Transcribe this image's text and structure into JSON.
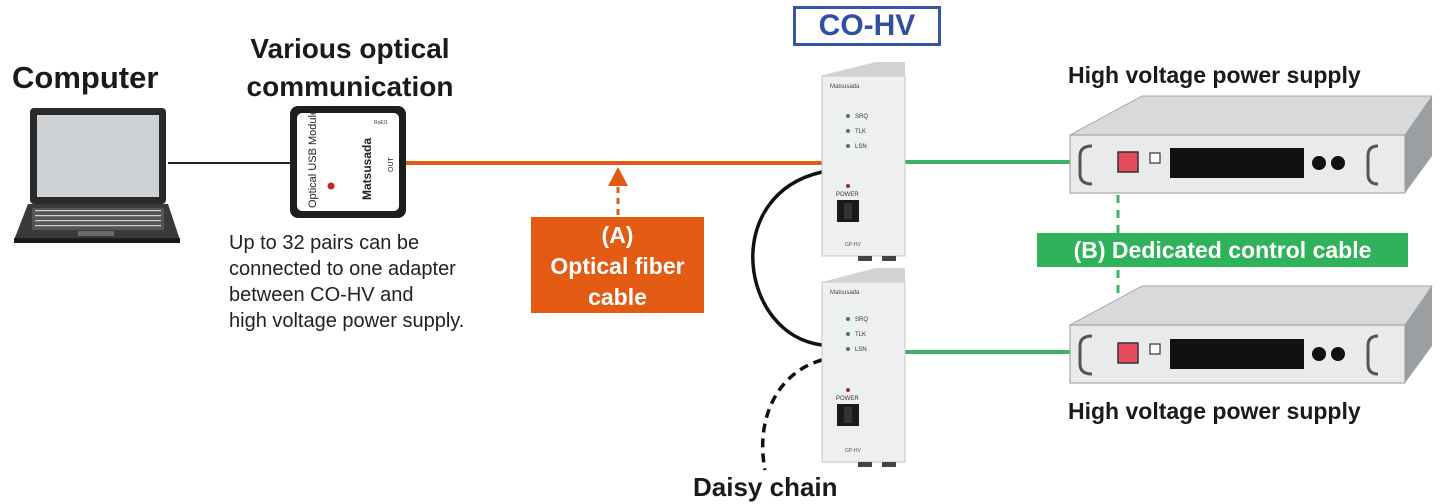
{
  "labels": {
    "computer": "Computer",
    "various_line1": "Various optical",
    "various_line2": "communication",
    "cohv": "CO-HV",
    "hv_top": "High voltage power supply",
    "hv_bottom": "High voltage power supply",
    "daisy_chain": "Daisy chain"
  },
  "note_lines": [
    "Up to 32 pairs can be",
    "connected to one adapter",
    "between CO-HV and",
    "high voltage power supply."
  ],
  "fiber_callout": {
    "line1": "(A)",
    "line2": "Optical fiber",
    "line3": "cable"
  },
  "control_callout": {
    "text": "(B) Dedicated control cable"
  },
  "usb_module": {
    "side_text": "Optical USB Module",
    "brand": "Matsusada",
    "port": "OUT",
    "model": "RoEl1"
  },
  "gp_unit": {
    "brand": "Matsusada",
    "leds": [
      "SRQ",
      "TLK",
      "LSN"
    ],
    "power": "POWER",
    "model": "GP-HV"
  },
  "colors": {
    "fiber": "#e35b12",
    "control": "#2fb35a",
    "cohv_border": "#3556a6",
    "cable_black": "#111111"
  },
  "icons": [
    "laptop-icon",
    "usb-adapter-icon",
    "converter-unit-icon",
    "rack-power-supply-icon"
  ]
}
